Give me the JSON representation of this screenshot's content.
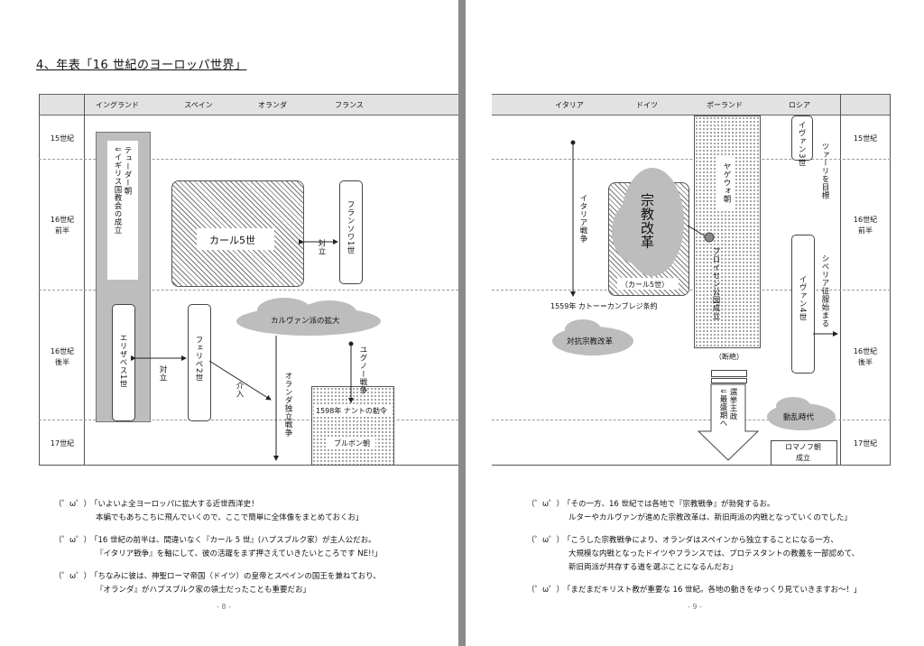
{
  "left": {
    "title": "4、年表「16 世紀のヨーロッパ世界」",
    "columns": [
      "イングランド",
      "スペイン",
      "オランダ",
      "フランス"
    ],
    "eras": [
      "15世紀",
      "16世紀\n前半",
      "16世紀\n後半",
      "17世紀"
    ],
    "tudor": "テューダー朝\n⇓イギリス国教会の成立",
    "karl": "カール5世",
    "francois": "フランソワ1世",
    "taiiritsu1": "対立",
    "calvin": "カルヴァン派の拡大",
    "elizabeth": "エリザベス1世",
    "felipe": "フェリペ2世",
    "taiiritsu2": "対立",
    "kainyu": "介入",
    "dutch_war": "オランダ独立戦争",
    "huguenot_war": "ユグノー戦争",
    "nantes": "1598年 ナントの勅令",
    "bourbon": "ブルボン朝",
    "dialog": [
      {
        "face": "（゜ω゜）",
        "lines": [
          "「いよいよ全ヨーロッパに拡大する近世西洋史！",
          "本編でもあちこちに飛んでいくので、ここで簡単に全体像をまとめておくお」"
        ]
      },
      {
        "face": "（゜ω゜）",
        "lines": [
          "「16 世紀の前半は、間違いなく『カール 5 世』(ハプスブルク家）が主人公だお。",
          "『イタリア戦争』を軸にして、彼の活躍をまず押さえていきたいところです NE!!」"
        ]
      },
      {
        "face": "（゜ω゜）",
        "lines": [
          "「ちなみに彼は、神聖ローマ帝国（ドイツ）の皇帝とスペインの国王を兼ねており、",
          "『オランダ』がハプスブルク家の領土だったことも重要だお」"
        ]
      }
    ],
    "page_number": "- 8 -"
  },
  "right": {
    "columns": [
      "イタリア",
      "ドイツ",
      "ポーランド",
      "ロシア"
    ],
    "eras": [
      "15世紀",
      "16世紀\n前半",
      "16世紀\n後半",
      "17世紀"
    ],
    "italy_war": "イタリア戦争",
    "reformation": "宗教改革",
    "karl": "（カール5世）",
    "yagiello": "ヤゲウォ朝",
    "prussia": "プロイセン公国成立",
    "ivan3": "イヴァン3世",
    "tsar_goal": "ツァーリを目標",
    "ivan4": "イヴァン4世",
    "siberia": "シベリア征服始まる",
    "cateau": "1559年 カトー＝カンブレジ条約",
    "counter": "対抗宗教改革",
    "dangetsu": "（断絶）",
    "elective": "選挙王政\n⇓最盛期へ",
    "troubles": "動乱時代",
    "romanov": "ロマノフ朝\n成立",
    "dialog": [
      {
        "face": "（゜ω゜）",
        "lines": [
          "「その一方、16 世紀では各地で『宗教戦争』が勃発するお。",
          "ルターやカルヴァンが進めた宗教改革は、新旧両派の内戦となっていくのでした」"
        ]
      },
      {
        "face": "（゜ω゜）",
        "lines": [
          "「こうした宗教戦争により、オランダはスペインから独立することになる一方、",
          "大規模な内戦となったドイツやフランスでは、プロテスタントの教義を一部認めて、",
          "新旧両派が共存する道を選ぶことになるんだお」"
        ]
      },
      {
        "face": "（゜ω゜）",
        "lines": [
          "「まだまだキリスト教が重要な 16 世紀。各地の動きをゆっくり見ていきますお～！」"
        ]
      }
    ],
    "page_number": "- 9 -"
  }
}
